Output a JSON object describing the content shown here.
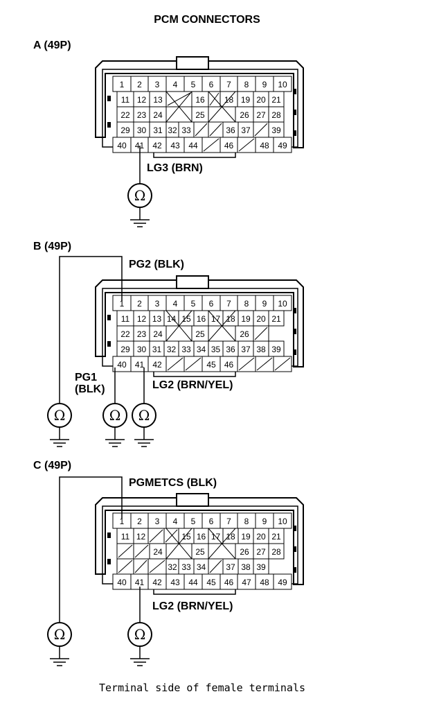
{
  "title": "PCM CONNECTORS",
  "footer": "Terminal side of female terminals",
  "ohm_symbol": "Ω",
  "connectors": [
    {
      "id": "A",
      "label": "A (49P)",
      "pins": [
        [
          "1",
          "2",
          "3",
          "4",
          "5",
          "6",
          "7",
          "8",
          "9",
          "10"
        ],
        [
          "11",
          "12",
          "13",
          "/",
          "16",
          "/",
          "18",
          "19",
          "20",
          "21"
        ],
        [
          "22",
          "23",
          "24",
          "X",
          "25",
          "X",
          "26",
          "27",
          "28"
        ],
        [
          "29",
          "30",
          "31",
          "32",
          "33",
          "/",
          "/",
          "36",
          "37",
          "/",
          "39"
        ],
        [
          "40",
          "41",
          "42",
          "43",
          "44",
          "/",
          "46",
          "/",
          "48",
          "49"
        ]
      ],
      "wires": [
        {
          "label": "LG3 (BRN)",
          "pin": "41"
        }
      ]
    },
    {
      "id": "B",
      "label": "B (49P)",
      "pins": [
        [
          "1",
          "2",
          "3",
          "4",
          "5",
          "6",
          "7",
          "8",
          "9",
          "10"
        ],
        [
          "11",
          "12",
          "13",
          "14",
          "15",
          "16",
          "17",
          "18",
          "19",
          "20",
          "21"
        ],
        [
          "22",
          "23",
          "24",
          "X",
          "25",
          "X",
          "26",
          "/"
        ],
        [
          "29",
          "30",
          "31",
          "32",
          "33",
          "34",
          "35",
          "36",
          "37",
          "38",
          "39"
        ],
        [
          "40",
          "41",
          "42",
          "/",
          "/",
          "45",
          "46",
          "/",
          "/",
          "/"
        ]
      ],
      "wires": [
        {
          "label": "PG2 (BLK)",
          "pin": "1"
        },
        {
          "label": "PG1 (BLK)",
          "pin": "40"
        },
        {
          "label": "LG2 (BRN/YEL)",
          "pin": "41"
        }
      ]
    },
    {
      "id": "C",
      "label": "C (49P)",
      "pins": [
        [
          "1",
          "2",
          "3",
          "4",
          "5",
          "6",
          "7",
          "8",
          "9",
          "10"
        ],
        [
          "11",
          "12",
          "/",
          "/",
          "15",
          "16",
          "17",
          "18",
          "19",
          "20",
          "21"
        ],
        [
          "/",
          "/",
          "24",
          "X",
          "25",
          "X",
          "26",
          "27",
          "28"
        ],
        [
          "/",
          "/",
          "/",
          "32",
          "33",
          "34",
          "/",
          "37",
          "38",
          "39"
        ],
        [
          "40",
          "41",
          "42",
          "43",
          "44",
          "45",
          "46",
          "47",
          "48",
          "49"
        ]
      ],
      "wires": [
        {
          "label": "PGMETCS (BLK)",
          "pin": "1"
        },
        {
          "label": "LG2 (BRN/YEL)",
          "pin": "41"
        }
      ]
    }
  ]
}
